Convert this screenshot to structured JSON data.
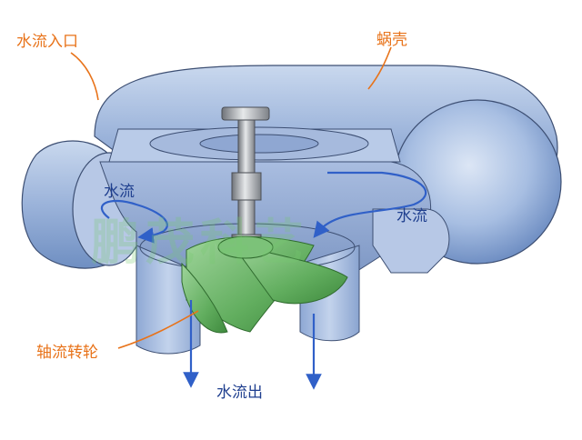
{
  "labels": {
    "water_inlet": "水流入口",
    "volute": "蜗壳",
    "water_flow_left": "水流",
    "water_flow_right": "水流",
    "axial_runner": "轴流转轮",
    "water_outlet": "水流出"
  },
  "watermark": {
    "text": "鹏茂科艺"
  },
  "colors": {
    "label_orange": "#e8731a",
    "label_blue": "#1f3f8f",
    "casing_blue": "#9db6dc",
    "runner_green": "#6db86a",
    "flow_arrow": "#3060c8"
  }
}
